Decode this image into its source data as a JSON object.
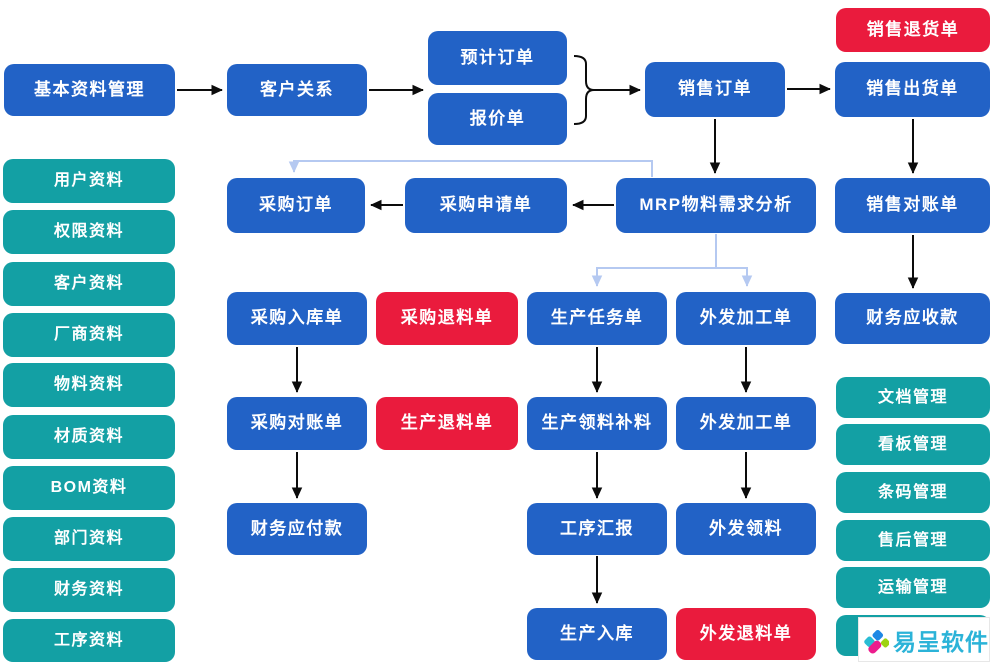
{
  "flow": {
    "basic": "基本资料管理",
    "customer_relation": "客户关系",
    "forecast_order": "预计订单",
    "quotation": "报价单",
    "sales_order": "销售订单",
    "sales_shipment": "销售出货单",
    "sales_return": "销售退货单",
    "purchase_order": "采购订单",
    "purchase_request": "采购申请单",
    "mrp": "MRP物料需求分析",
    "sales_reconciliation": "销售对账单",
    "purchase_inbound": "采购入库单",
    "purchase_return": "采购退料单",
    "production_task": "生产任务单",
    "outsource_process_1": "外发加工单",
    "finance_receivable": "财务应收款",
    "purchase_reconciliation": "采购对账单",
    "production_return": "生产退料单",
    "production_picking": "生产领料补料",
    "outsource_process_2": "外发加工单",
    "finance_payable": "财务应付款",
    "process_report": "工序汇报",
    "outsource_picking": "外发领料",
    "production_inbound": "生产入库",
    "outsource_return": "外发退料单"
  },
  "sidebar_left": [
    "用户资料",
    "权限资料",
    "客户资料",
    "厂商资料",
    "物料资料",
    "材质资料",
    "BOM资料",
    "部门资料",
    "财务资料",
    "工序资料"
  ],
  "sidebar_right": [
    "文档管理",
    "看板管理",
    "条码管理",
    "售后管理",
    "运输管理",
    ""
  ],
  "logo": {
    "text": "易呈软件"
  },
  "colors": {
    "node_blue": "#2262c6",
    "node_red": "#ea1b3d",
    "node_teal": "#13a0a4",
    "connector_black": "#0c0c0c",
    "connector_light_blue": "#b5c9f1",
    "logo_text": "#2bb3d8",
    "logo_petal_blue": "#1e88e5",
    "logo_petal_cyan": "#29bcd4",
    "logo_petal_green": "#9ed312",
    "logo_petal_magenta": "#ec1c8d"
  }
}
